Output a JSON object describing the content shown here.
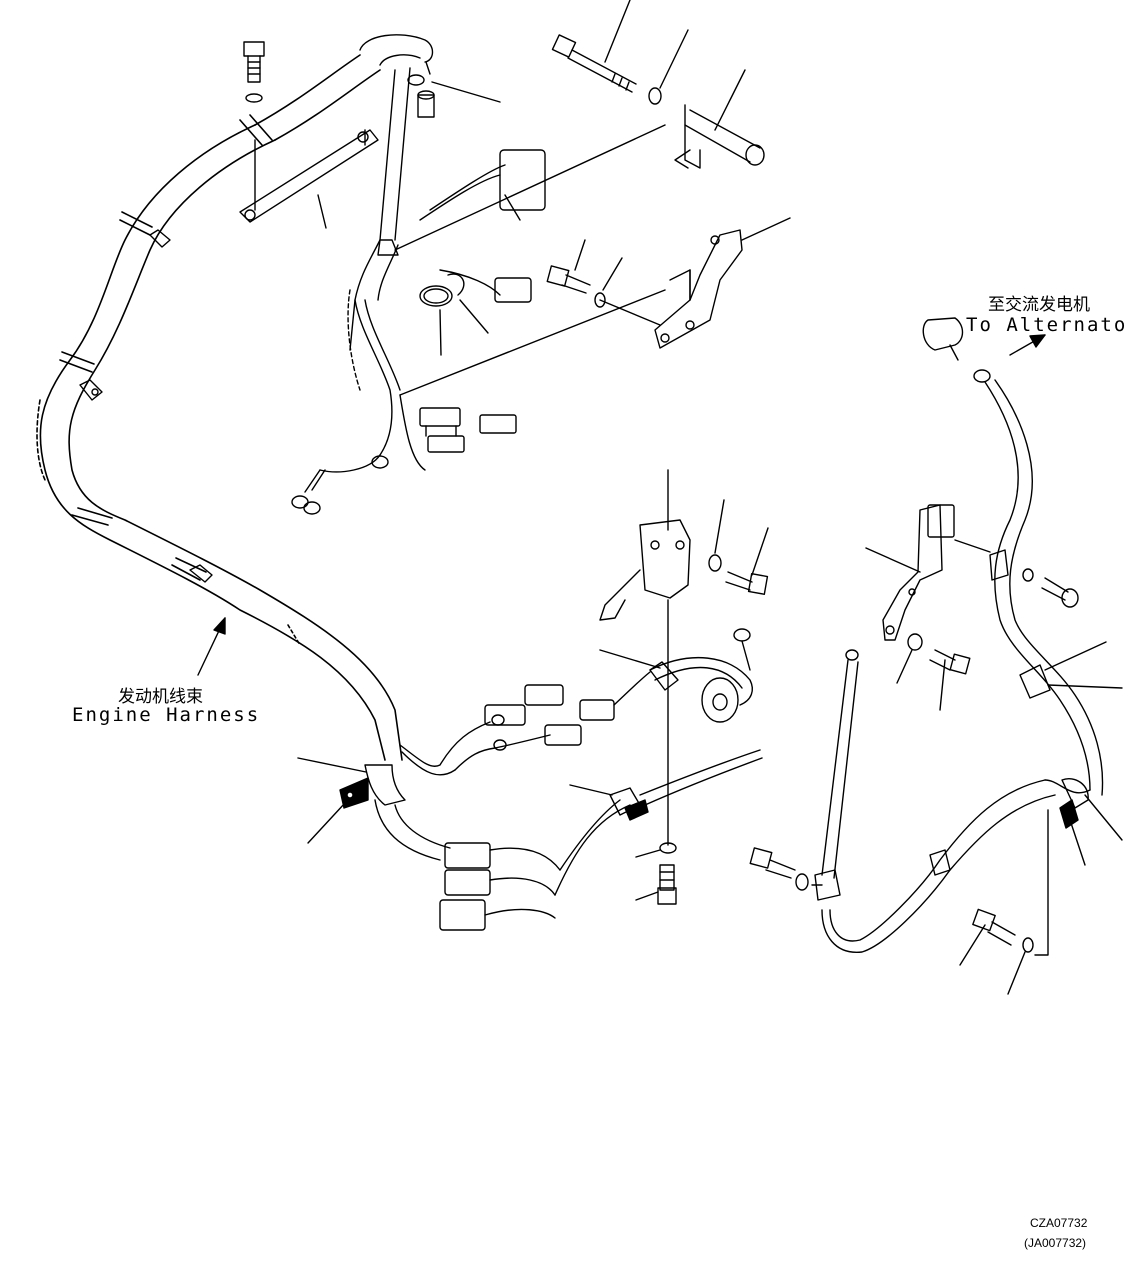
{
  "labels": {
    "to_alternator_cn": "至交流发电机",
    "to_alternator_en": "To Alternator",
    "engine_harness_cn": "发动机线束",
    "engine_harness_en": "Engine Harness"
  },
  "figure_codes": {
    "code": "CZA07732",
    "code_alt": "(JA007732)"
  },
  "colors": {
    "line": "#000000",
    "background": "#ffffff",
    "fill_dark": "#000000"
  }
}
